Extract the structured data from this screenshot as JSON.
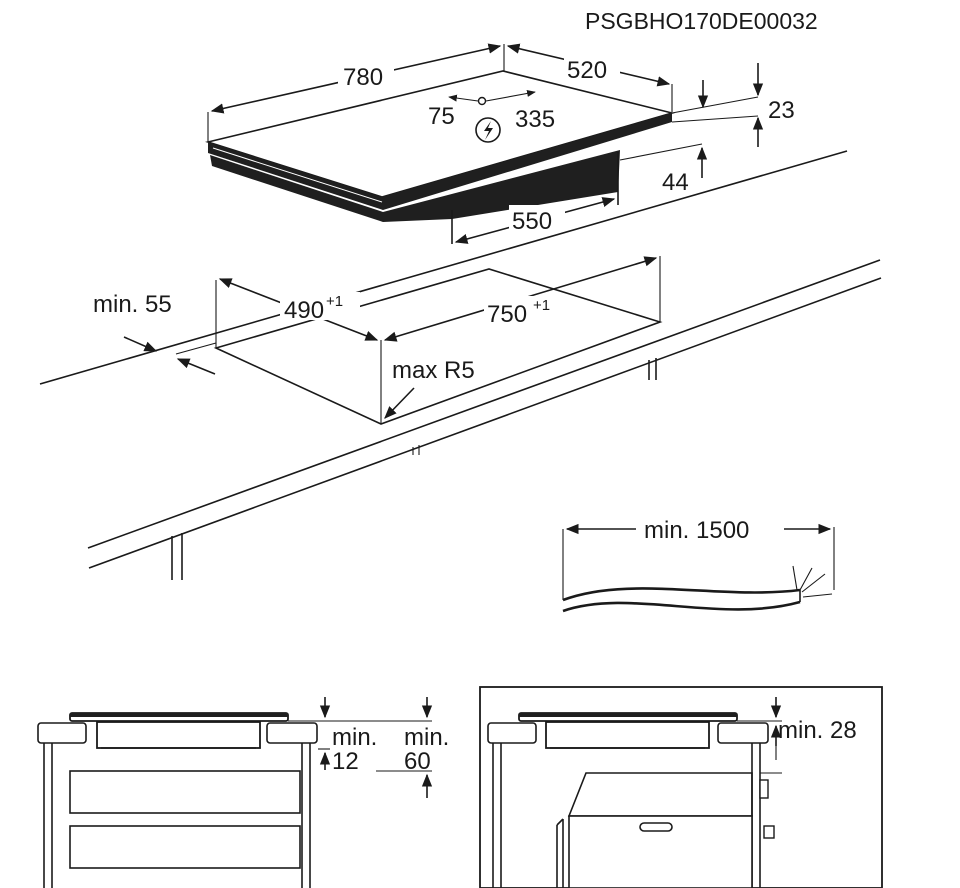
{
  "doc_code": "PSGBHO170DE00032",
  "hob_dims": {
    "width": "780",
    "depth": "520",
    "conn_left": "75",
    "conn_right": "335",
    "height_top": "23",
    "height_bottom": "44",
    "box_width": "550"
  },
  "cutout": {
    "min_edge": "min. 55",
    "depth": "490",
    "depth_tol": "+1",
    "width": "750",
    "width_tol": "+1",
    "radius": "max R5"
  },
  "cable": {
    "length": "min. 1500"
  },
  "section_left": {
    "label_a1": "min.",
    "label_a2": "12",
    "label_b1": "min.",
    "label_b2": "60"
  },
  "section_right": {
    "label": "min. 28"
  },
  "colors": {
    "ink": "#1a1a1a",
    "fill_dark": "#1f1f1f",
    "bg": "#ffffff"
  },
  "icons": [
    "electric-connection-icon"
  ]
}
